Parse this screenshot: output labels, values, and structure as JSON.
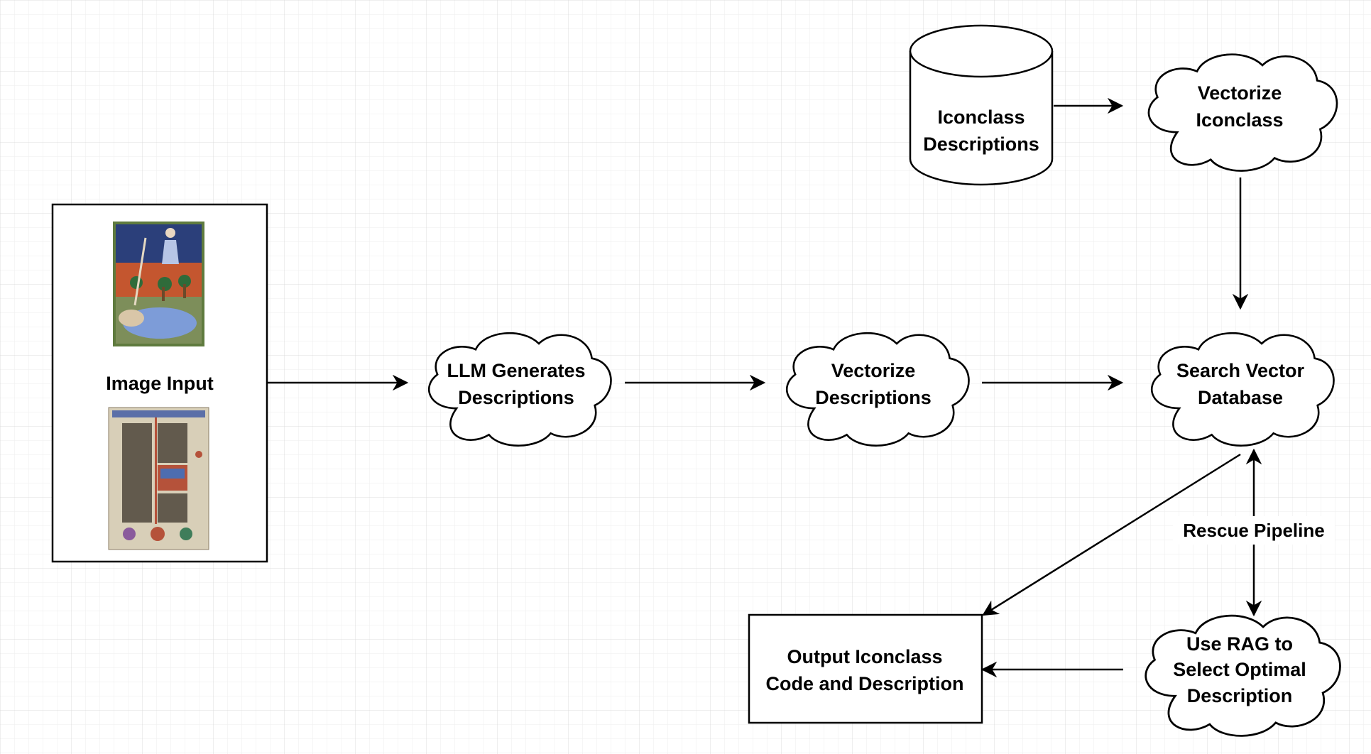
{
  "colors": {
    "background": "#ffffff",
    "grid": "#e2e2e2",
    "stroke": "#000000",
    "text": "#000000"
  },
  "nodes": {
    "image_input": {
      "shape": "rectangle",
      "label": "Image Input"
    },
    "llm_generates": {
      "shape": "cloud",
      "lines": [
        "LLM Generates",
        "Descriptions"
      ]
    },
    "vectorize_descriptions": {
      "shape": "cloud",
      "lines": [
        "Vectorize",
        "Descriptions"
      ]
    },
    "search_vector_database": {
      "shape": "cloud",
      "lines": [
        "Search Vector",
        "Database"
      ]
    },
    "iconclass_descriptions": {
      "shape": "cylinder",
      "lines": [
        "Iconclass",
        "Descriptions"
      ]
    },
    "vectorize_iconclass": {
      "shape": "cloud",
      "lines": [
        "Vectorize",
        "Iconclass"
      ]
    },
    "use_rag": {
      "shape": "cloud",
      "lines": [
        "Use RAG to",
        "Select Optimal",
        "Description"
      ]
    },
    "output_iconclass": {
      "shape": "rectangle",
      "lines": [
        "Output Iconclass",
        "Code and Description"
      ]
    }
  },
  "images": [
    {
      "name": "manuscript-illumination-image",
      "description_icon": "image-icon"
    },
    {
      "name": "manuscript-page-image",
      "description_icon": "image-icon"
    }
  ],
  "edges": [
    {
      "from": "image_input",
      "to": "llm_generates"
    },
    {
      "from": "llm_generates",
      "to": "vectorize_descriptions"
    },
    {
      "from": "vectorize_descriptions",
      "to": "search_vector_database"
    },
    {
      "from": "iconclass_descriptions",
      "to": "vectorize_iconclass"
    },
    {
      "from": "vectorize_iconclass",
      "to": "search_vector_database"
    },
    {
      "from": "search_vector_database",
      "to": "output_iconclass"
    },
    {
      "from": "search_vector_database",
      "to": "use_rag",
      "bidirectional": true,
      "label": "Rescue Pipeline"
    },
    {
      "from": "use_rag",
      "to": "output_iconclass"
    }
  ]
}
